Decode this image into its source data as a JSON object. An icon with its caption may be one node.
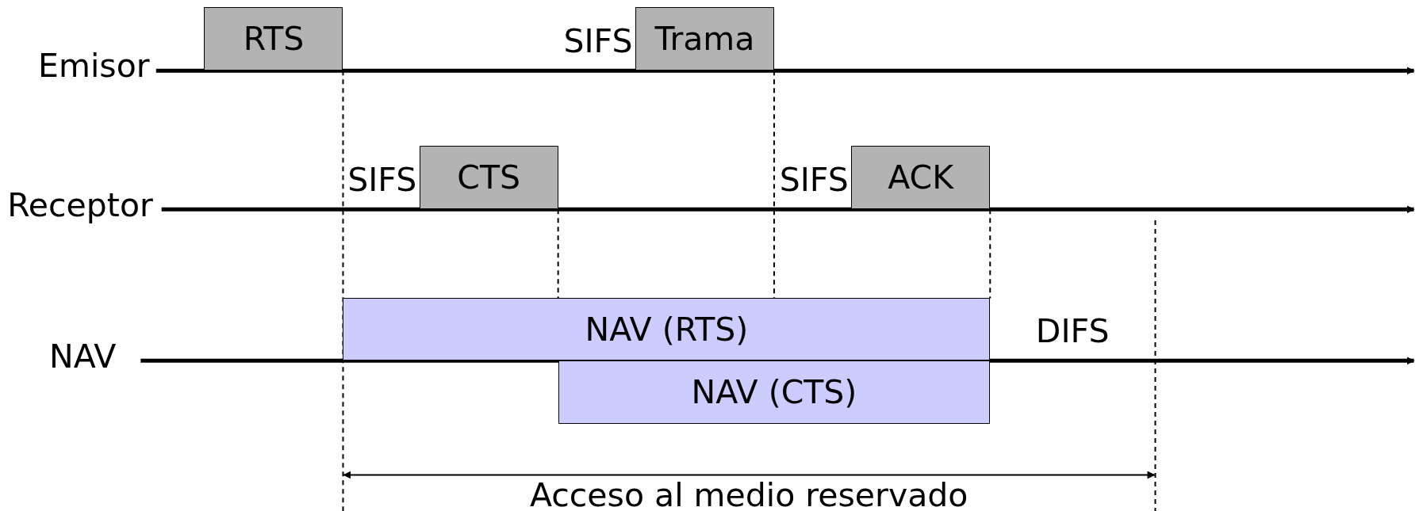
{
  "diagram": {
    "nodes": [
      {
        "text": [
          "RTS"
        ]
      },
      {
        "text": [
          "Trama"
        ]
      },
      {
        "text": [
          "CTS"
        ]
      },
      {
        "text": [
          "ACK"
        ]
      },
      {
        "text": [
          "NAV (RTS)"
        ]
      },
      {
        "text": [
          "NAV (CTS)"
        ]
      }
    ],
    "edges": [],
    "labels": [
      "SIFS",
      "Emisor",
      "SIFS",
      "SIFS",
      "Receptor",
      "DIFS",
      "NAV",
      "Acceso al medio reservado"
    ]
  }
}
